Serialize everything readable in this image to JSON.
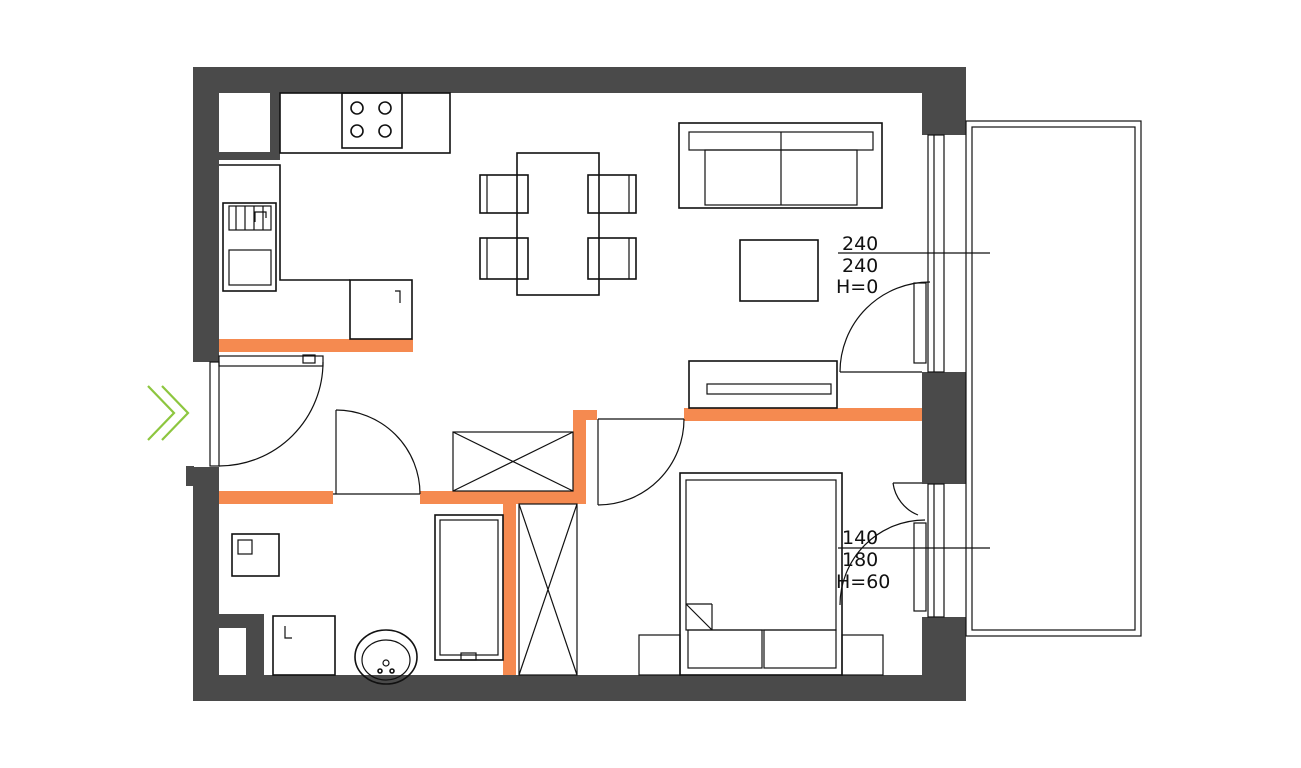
{
  "palette": {
    "wall": "#4a4a4a",
    "partition": "#f58a50",
    "line": "#111111",
    "entry_arrow": "#8dc63f",
    "background": "#ffffff"
  },
  "annotations": {
    "window_top": {
      "line1": "240",
      "line2": "240",
      "line3": "H=0"
    },
    "window_bottom": {
      "line1": "140",
      "line2": "180",
      "line3": "H=60"
    }
  },
  "icons": {
    "entry": "double-chevron-right-icon"
  }
}
